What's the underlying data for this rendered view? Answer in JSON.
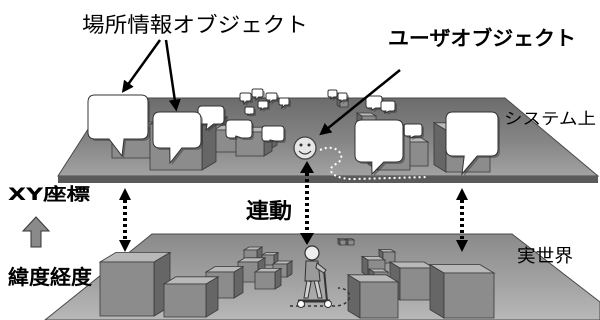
{
  "labels": {
    "location_objects": "場所情報オブジェクト",
    "user_object": "ユーザオブジェクト",
    "system_plane": "システム上",
    "real_world_plane": "実世界",
    "xy_coords": "XY座標",
    "lat_lon": "緯度経度",
    "linked": "連動"
  },
  "icons": {
    "user_object": "smiley-face-icon",
    "real_user": "person-on-scooter-icon",
    "conversion": "up-arrow-icon"
  },
  "colors": {
    "box_front": "#8c8c8c",
    "box_top": "#b9b9b9",
    "box_side": "#666666",
    "bubble": "#ffffff",
    "arrow": "#000000"
  }
}
